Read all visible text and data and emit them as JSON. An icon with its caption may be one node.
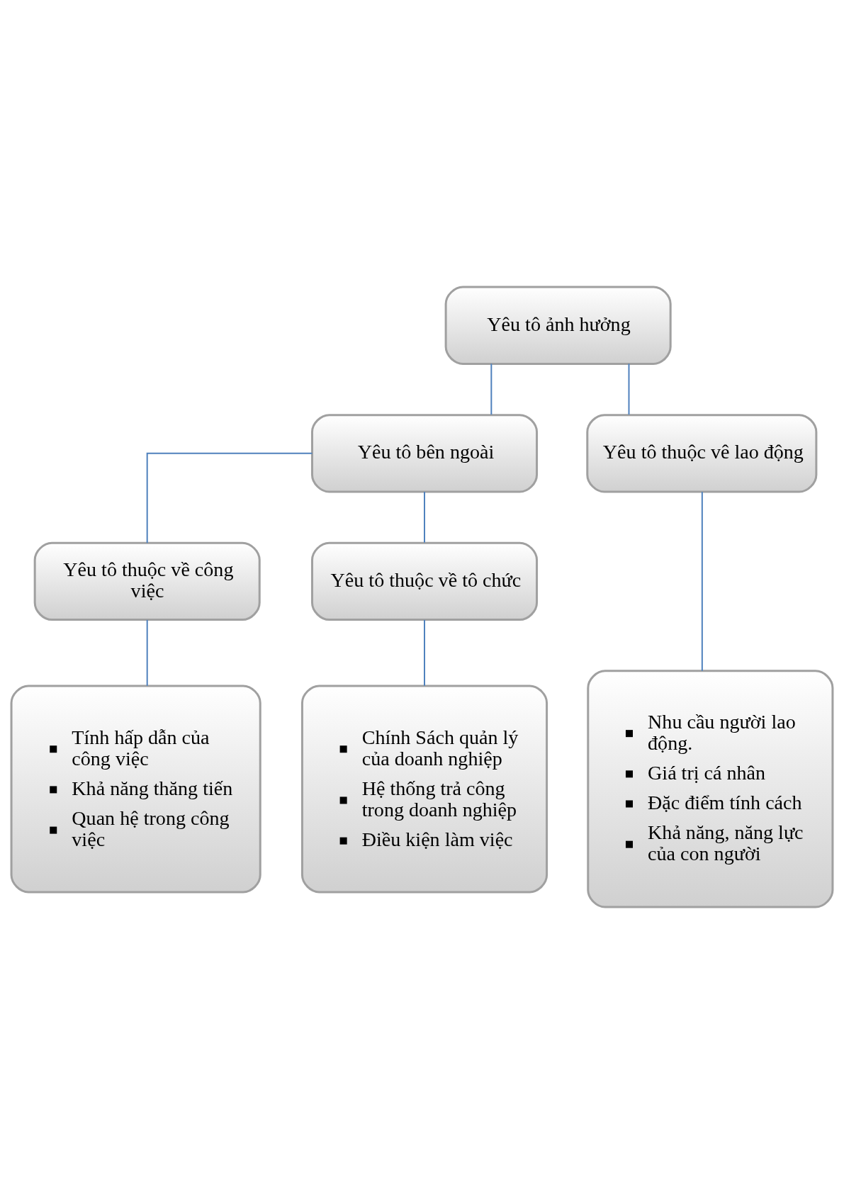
{
  "diagram": {
    "nodes": [
      {
        "text": [
          "Yêu tô ảnh hưởng"
        ]
      },
      {
        "text": [
          "Yêu tô bên ngoài"
        ]
      },
      {
        "text": [
          "Yêu tô thuộc vê lao động"
        ]
      },
      {
        "text": [
          "Yêu tô thuộc về công việc"
        ]
      },
      {
        "text": [
          "Yêu tô thuộc về tô chức"
        ]
      },
      {
        "text": [
          "Tính hấp dẫn của công việc",
          "Khả năng thăng tiến",
          "Quan hệ trong công việc"
        ]
      },
      {
        "text": [
          "Chính Sách quản lý của doanh nghiệp",
          "Hệ thống trả công trong doanh nghiệp",
          "Điều kiện làm việc"
        ]
      },
      {
        "text": [
          "Nhu cầu người lao động.",
          "Giá trị cá nhân",
          "Đặc điểm tính cách",
          "Khả năng, năng lực của con người"
        ]
      }
    ],
    "edges": [
      {
        "from": 0,
        "to": 1,
        "arrow": "none"
      },
      {
        "from": 0,
        "to": 2,
        "arrow": "none"
      },
      {
        "from": 1,
        "to": 3,
        "arrow": "none"
      },
      {
        "from": 1,
        "to": 4,
        "arrow": "none"
      },
      {
        "from": 3,
        "to": 5,
        "arrow": "none"
      },
      {
        "from": 4,
        "to": 6,
        "arrow": "none"
      },
      {
        "from": 2,
        "to": 7,
        "arrow": "none"
      }
    ]
  }
}
